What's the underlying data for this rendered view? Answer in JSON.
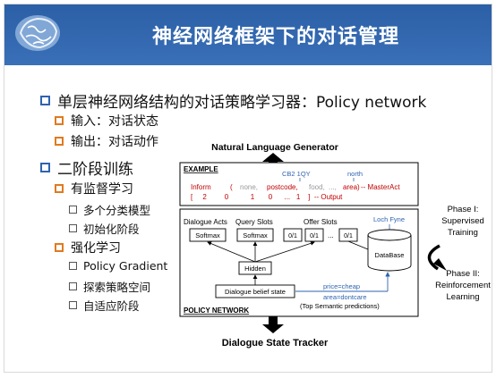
{
  "header": {
    "title": "神经网络框架下的对话管理"
  },
  "outline": {
    "item1": "单层神经网络结构的对话策略学习器：Policy network",
    "item1_sub": [
      "输入：对话状态",
      "输出：对话动作"
    ],
    "item2": "二阶段训练",
    "item2_sub1": "有监督学习",
    "item2_sub1_items": [
      "多个分类模型",
      "初始化阶段"
    ],
    "item2_sub2": "强化学习",
    "item2_sub2_items": [
      "Policy Gradient",
      "探索策略空间",
      "自适应阶段"
    ]
  },
  "diagram": {
    "nlg_label": "Natural Language Generator",
    "dst_label": "Dialogue State Tracker",
    "example_label": "EXAMPLE",
    "cb2": "CB2 1QY",
    "north": "north",
    "inform_line": [
      "Inform",
      "(",
      "none,",
      "postcode,",
      "food,",
      "...,",
      "area)",
      "-- MasterAct"
    ],
    "output_line": "[     2         0           1       0      ...   1    ]  -- Output",
    "loch_fyne": "Loch Fyne",
    "policy_label": "POLICY NETWORK",
    "dialogue_acts": "Dialogue Acts",
    "query_slots": "Query Slots",
    "offer_slots": "Offer Slots",
    "softmax": "Softmax",
    "zero_one": "0/1",
    "dots": "...",
    "hidden": "Hidden",
    "database": "DataBase",
    "belief_state": "Dialogue belief state",
    "price": "price=cheap",
    "area": "area=dontcare",
    "top_semantic": "(Top Semantic predictions)",
    "phase1": [
      "Phase I:",
      "Supervised",
      "Training"
    ],
    "phase2": [
      "Phase II:",
      "Reinforcement",
      "Learning"
    ]
  },
  "colors": {
    "header": "#2b5fa6",
    "bullet1": "#2e63b0",
    "bullet2": "#e07a1f",
    "accent_red": "#c00000",
    "accent_blue": "#2e63b0"
  }
}
